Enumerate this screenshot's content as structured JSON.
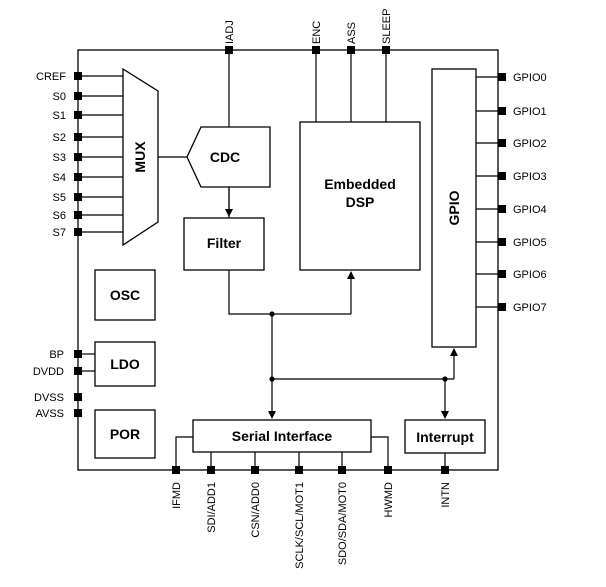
{
  "pins": {
    "top": [
      "IADJ",
      "ENC",
      "ASS",
      "SLEEP"
    ],
    "left_mux": [
      "CREF",
      "S0",
      "S1",
      "S2",
      "S3",
      "S4",
      "S5",
      "S6",
      "S7"
    ],
    "left_power": [
      "BP",
      "DVDD",
      "DVSS",
      "AVSS"
    ],
    "right_gpio": [
      "GPIO0",
      "GPIO1",
      "GPIO2",
      "GPIO3",
      "GPIO4",
      "GPIO5",
      "GPIO6",
      "GPIO7"
    ],
    "bottom": [
      "IFMD",
      "SDI/ADD1",
      "CSN/ADD0",
      "SCLK/SCL/MOT1",
      "SDO/SDA/MOT0",
      "HWMD",
      "INTN"
    ]
  },
  "blocks": {
    "mux": "MUX",
    "cdc": "CDC",
    "filter": "Filter",
    "dsp_line1": "Embedded",
    "dsp_line2": "DSP",
    "gpio": "GPIO",
    "osc": "OSC",
    "ldo": "LDO",
    "por": "POR",
    "serial": "Serial Interface",
    "interrupt": "Interrupt"
  }
}
